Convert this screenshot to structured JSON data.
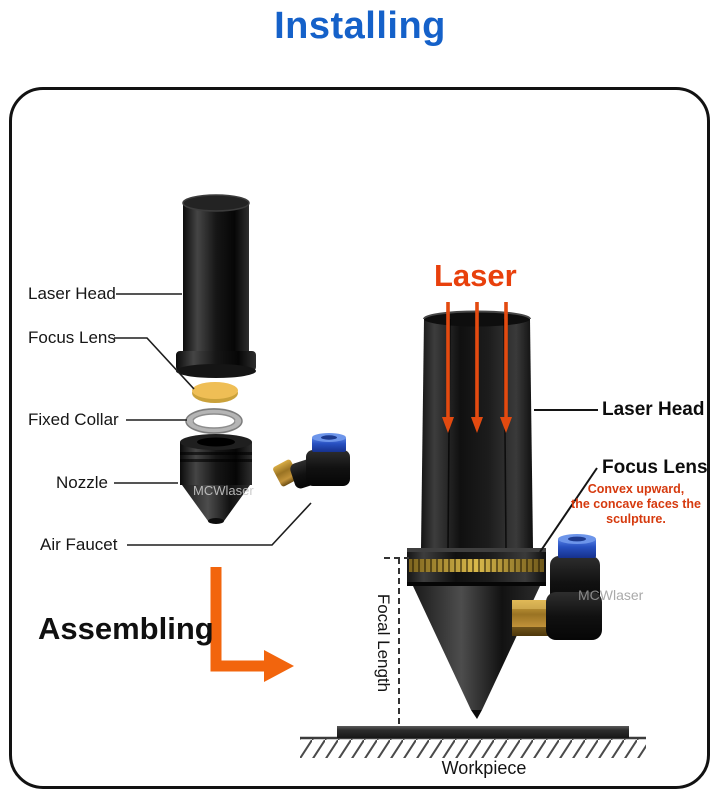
{
  "title": "Installing",
  "left": {
    "labels": {
      "laser_head": "Laser Head",
      "focus_lens": "Focus Lens",
      "fixed_collar": "Fixed Collar",
      "nozzle": "Nozzle",
      "air_faucet": "Air Faucet"
    },
    "watermark": "MCWlaser"
  },
  "assembling": "Assembling",
  "right": {
    "laser": "Laser",
    "laser_head": "Laser Head",
    "focus_lens": "Focus Lens",
    "lens_note_line1": "Convex upward,",
    "lens_note_line2": "the concave faces the",
    "lens_note_line3": "sculpture.",
    "focal_length": "Focal Length",
    "workpiece": "Workpiece",
    "watermark": "MCWlaser"
  },
  "colors": {
    "title_blue": "#1561C9",
    "laser_orange": "#E8400C",
    "arrow_orange": "#F2650D",
    "note_red": "#D63A0E",
    "lens_gold": "#EFBE55"
  }
}
